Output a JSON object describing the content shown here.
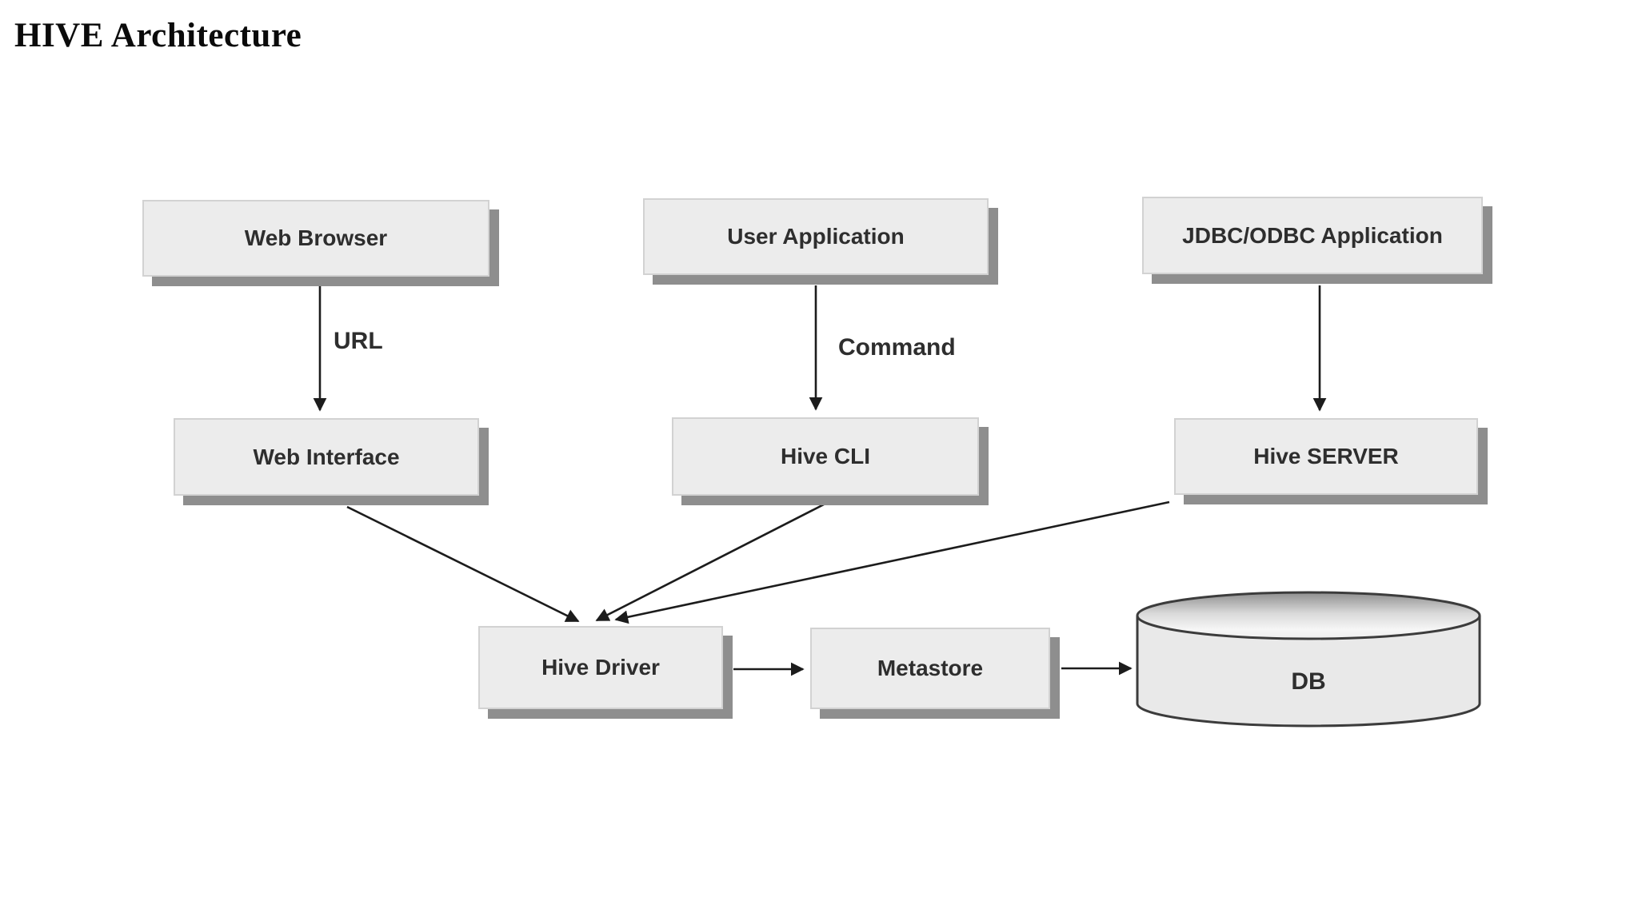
{
  "title": "HIVE Architecture",
  "colors": {
    "background": "#ffffff",
    "box_fill": "#ececec",
    "box_border": "#d2d2d2",
    "box_shadow": "#8e8e8e",
    "arrow": "#1c1c1c",
    "text": "#2e2e2e",
    "title_text": "#0b0b0b"
  },
  "nodes": [
    {
      "id": "web-browser",
      "label": "Web Browser",
      "shape": "box"
    },
    {
      "id": "user-application",
      "label": "User Application",
      "shape": "box"
    },
    {
      "id": "jdbc-odbc-application",
      "label": "JDBC/ODBC Application",
      "shape": "box"
    },
    {
      "id": "web-interface",
      "label": "Web Interface",
      "shape": "box"
    },
    {
      "id": "hive-cli",
      "label": "Hive CLI",
      "shape": "box"
    },
    {
      "id": "hive-server",
      "label": "Hive SERVER",
      "shape": "box"
    },
    {
      "id": "hive-driver",
      "label": "Hive Driver",
      "shape": "box"
    },
    {
      "id": "metastore",
      "label": "Metastore",
      "shape": "box"
    },
    {
      "id": "db",
      "label": "DB",
      "shape": "cylinder"
    }
  ],
  "edges": [
    {
      "from": "web-browser",
      "to": "web-interface",
      "label": "URL"
    },
    {
      "from": "user-application",
      "to": "hive-cli",
      "label": "Command"
    },
    {
      "from": "jdbc-odbc-application",
      "to": "hive-server",
      "label": ""
    },
    {
      "from": "web-interface",
      "to": "hive-driver",
      "label": ""
    },
    {
      "from": "hive-cli",
      "to": "hive-driver",
      "label": ""
    },
    {
      "from": "hive-server",
      "to": "hive-driver",
      "label": ""
    },
    {
      "from": "hive-driver",
      "to": "metastore",
      "label": ""
    },
    {
      "from": "metastore",
      "to": "db",
      "label": ""
    }
  ]
}
